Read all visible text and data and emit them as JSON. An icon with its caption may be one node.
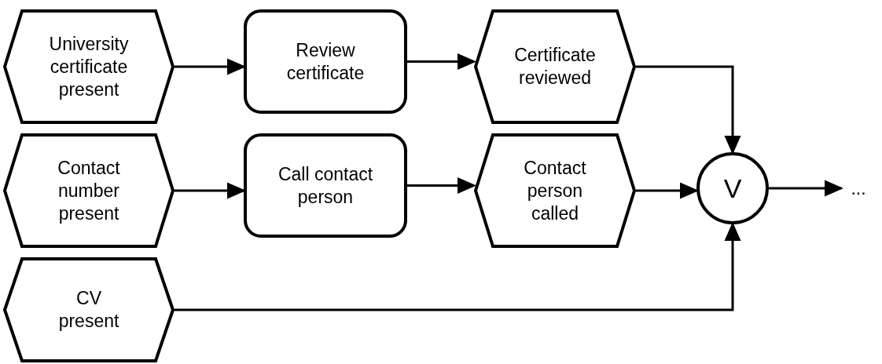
{
  "diagram": {
    "nodes": [
      {
        "text": [
          "University certificate present"
        ]
      },
      {
        "text": [
          "Review certificate"
        ]
      },
      {
        "text": [
          "Certificate reviewed"
        ]
      },
      {
        "text": [
          "Contact number present"
        ]
      },
      {
        "text": [
          "Call contact person"
        ]
      },
      {
        "text": [
          "Contact person called"
        ]
      },
      {
        "text": [
          "CV present"
        ]
      },
      {
        "text": [
          "V"
        ]
      },
      {
        "text": [
          "..."
        ]
      }
    ],
    "edges": [
      {
        "from": 0,
        "to": 1,
        "arrow": "to"
      },
      {
        "from": 1,
        "to": 2,
        "arrow": "to"
      },
      {
        "from": 3,
        "to": 4,
        "arrow": "to"
      },
      {
        "from": 4,
        "to": 5,
        "arrow": "to"
      },
      {
        "from": 2,
        "to": 7,
        "arrow": "to"
      },
      {
        "from": 5,
        "to": 7,
        "arrow": "to"
      },
      {
        "from": 6,
        "to": 7,
        "arrow": "to"
      },
      {
        "from": 7,
        "to": 8,
        "arrow": "to"
      }
    ]
  }
}
